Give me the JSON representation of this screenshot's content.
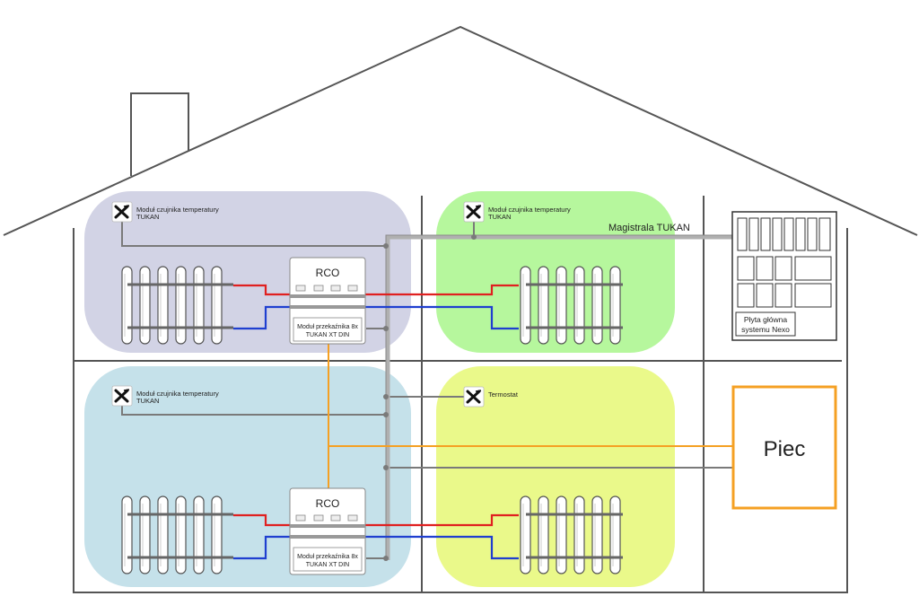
{
  "sensor_label_line1": "Moduł czujnika temperatury",
  "sensor_label_line2": "TUKAN",
  "thermostat_label": "Termostat",
  "bus_label": "Magistrala TUKAN",
  "rco_label": "RCO",
  "relay_label_line1": "Moduł przekaźnika 8x",
  "relay_label_line2": "TUKAN XT DIN",
  "mainboard_label_line1": "Płyta główna",
  "mainboard_label_line2": "systemu Nexo",
  "furnace_label": "Piec",
  "colors": {
    "zone_purple": "#d2d3e5",
    "zone_green": "#b6f79d",
    "zone_blue": "#c5e1ea",
    "zone_yellow": "#eaf98a",
    "supply_pipe": "#e02020",
    "return_pipe": "#1f3fd0",
    "furnace_wire": "#f5a023",
    "bus_wire": "#7a7a7a"
  },
  "icons": {
    "sensor": "x-logo-icon",
    "radiator": "radiator-icon"
  }
}
